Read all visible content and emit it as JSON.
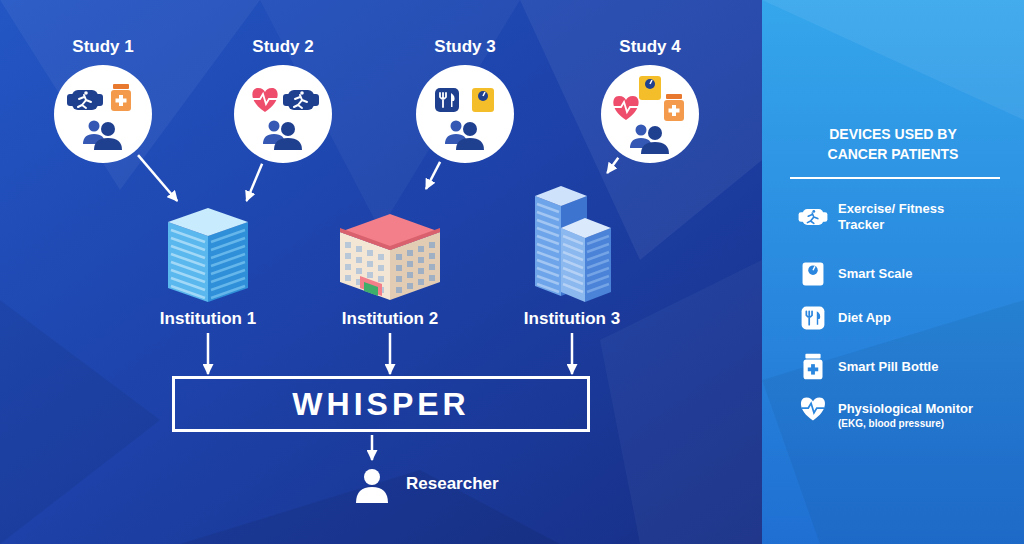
{
  "diagram": {
    "nodes": [
      {
        "text": [
          "Study 1"
        ]
      },
      {
        "text": [
          "Study 2"
        ]
      },
      {
        "text": [
          "Study 3"
        ]
      },
      {
        "text": [
          "Study 4"
        ]
      },
      {
        "text": [
          "Institution 1"
        ]
      },
      {
        "text": [
          "Institution 2"
        ]
      },
      {
        "text": [
          "Institution 3"
        ]
      },
      {
        "text": [
          "WHISPER"
        ]
      },
      {
        "text": [
          "Researcher"
        ]
      }
    ],
    "edges": [
      {
        "from": 0,
        "to": 4,
        "arrow": "to"
      },
      {
        "from": 1,
        "to": 4,
        "arrow": "to"
      },
      {
        "from": 2,
        "to": 5,
        "arrow": "to"
      },
      {
        "from": 3,
        "to": 6,
        "arrow": "to"
      },
      {
        "from": 4,
        "to": 7,
        "arrow": "to"
      },
      {
        "from": 5,
        "to": 7,
        "arrow": "to"
      },
      {
        "from": 6,
        "to": 7,
        "arrow": "to"
      },
      {
        "from": 7,
        "to": 8,
        "arrow": "to"
      }
    ],
    "labels": [
      "DEVICES USED BY CANCER PATIENTS",
      "(EKG, blood pressure)"
    ],
    "legend": [
      {
        "text": "Exercise/ Fitness Tracker"
      },
      {
        "text": "Smart Scale"
      },
      {
        "text": "Diet App"
      },
      {
        "text": "Smart Pill Bottle"
      },
      {
        "text": "Physiological Monitor"
      }
    ]
  }
}
